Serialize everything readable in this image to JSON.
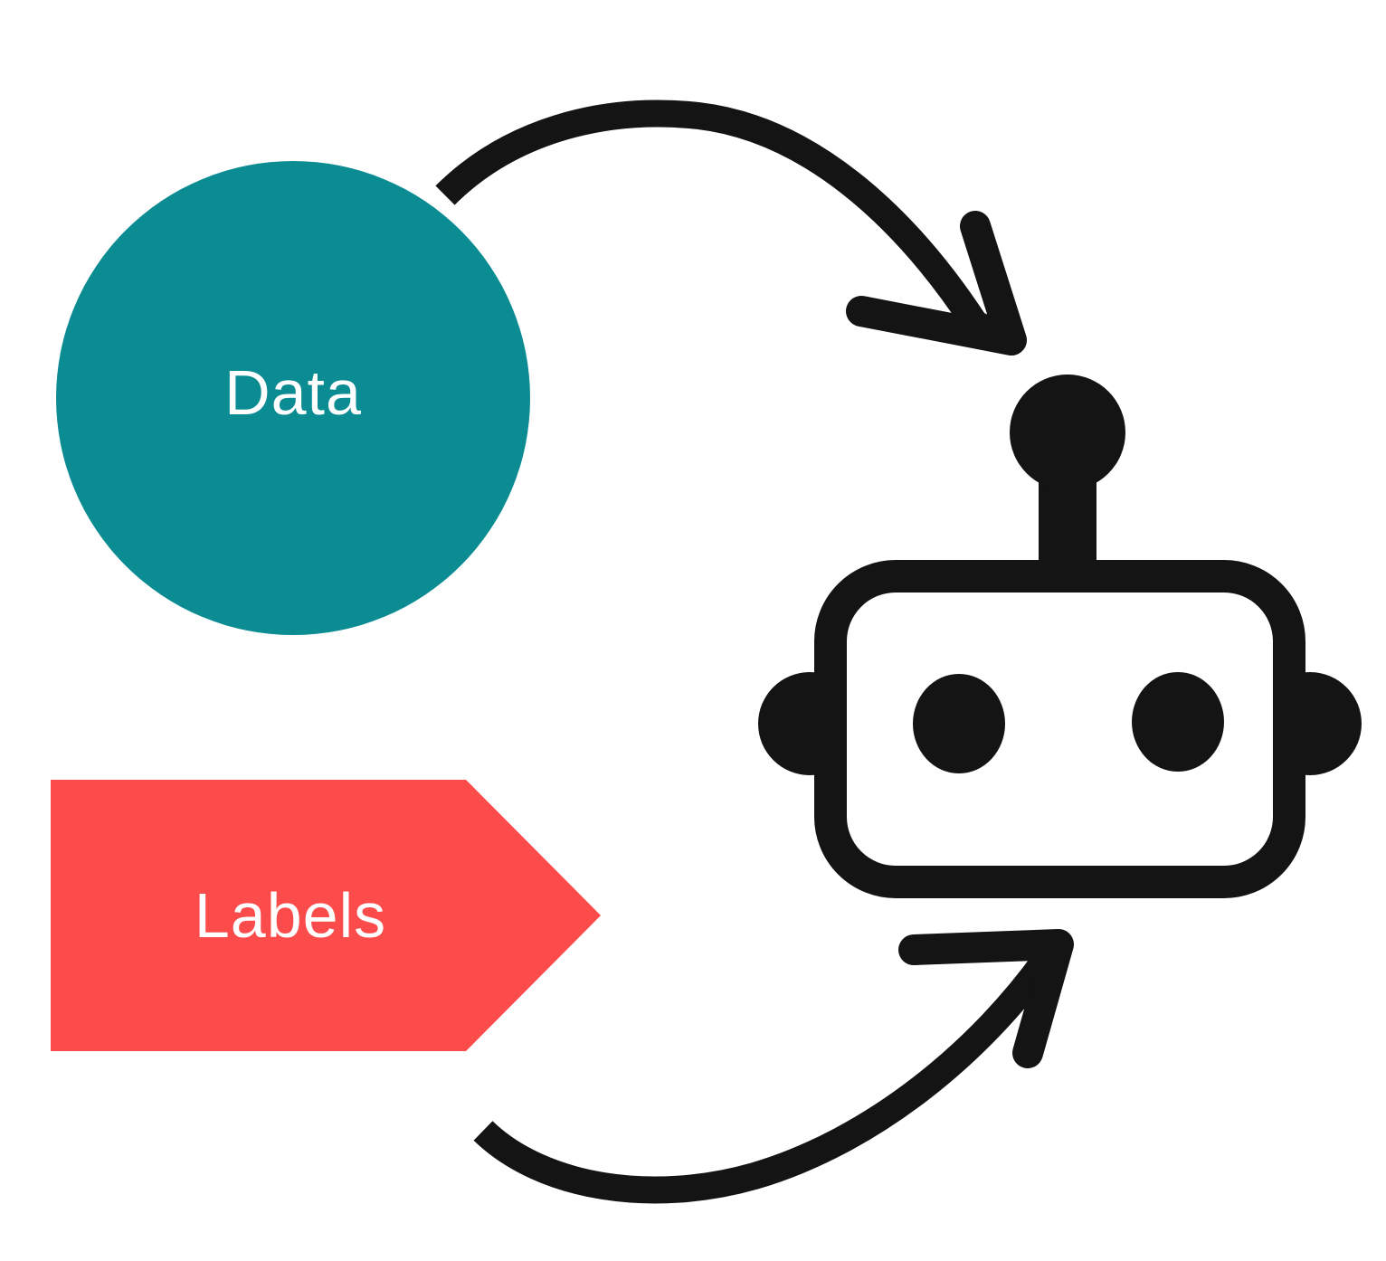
{
  "colors": {
    "teal": "#0b8c93",
    "coral": "#fc4b4b",
    "ink": "#141414",
    "label-text": "#ffffff",
    "background": "#ffffff"
  },
  "diagram": {
    "nodes": [
      {
        "id": "data",
        "label": "Data",
        "shape": "circle",
        "color": "#0b8c93"
      },
      {
        "id": "labels",
        "label": "Labels",
        "shape": "arrow-pentagon",
        "color": "#fc4b4b"
      }
    ],
    "target": {
      "id": "robot",
      "icon": "robot-icon",
      "color": "#141414"
    },
    "edges": [
      {
        "from": "data",
        "to": "robot",
        "style": "hand-drawn-curved-arrow"
      },
      {
        "from": "labels",
        "to": "robot",
        "style": "hand-drawn-curved-arrow"
      }
    ]
  }
}
